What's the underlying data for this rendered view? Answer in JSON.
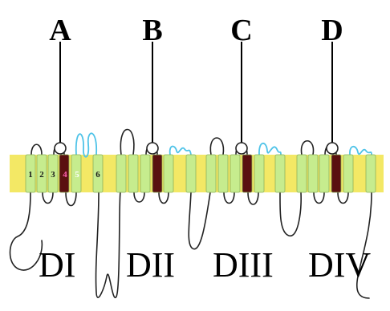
{
  "diagram": {
    "pointer_labels": [
      "A",
      "B",
      "C",
      "D"
    ],
    "domain_labels": [
      "DI",
      "DII",
      "DIII",
      "DIV"
    ],
    "segment_numbers": [
      "1",
      "2",
      "3",
      "4",
      "5",
      "6"
    ],
    "colors": {
      "membrane": "#f3e865",
      "helix": "#c6ec8e",
      "voltage_sensor_helix": "#5a1010",
      "loop": "#222222",
      "pore_loop": "#4fc3e8",
      "pointer_line": "#000000"
    }
  }
}
